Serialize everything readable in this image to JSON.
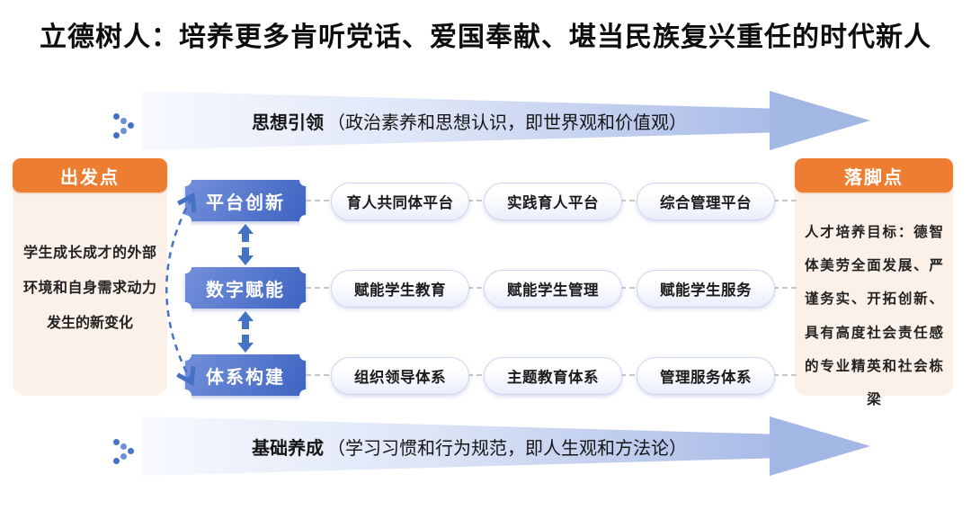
{
  "title": "立德树人：培养更多肯听党话、爱国奉献、堪当民族复兴重任的时代新人",
  "banners": {
    "top": {
      "keyword": "思想引领",
      "description": "（政治素养和思想认识，即世界观和价值观）"
    },
    "bottom": {
      "keyword": "基础养成",
      "description": "（学习习惯和行为规范，即人生观和方法论）"
    }
  },
  "left_panel": {
    "header": "出发点",
    "body": "学生成长成才的外部环境和自身需求动力发生的新变化"
  },
  "right_panel": {
    "header": "落脚点",
    "body": "人才培养目标：德智体美劳全面发展、严谨务实、开拓创新、具有高度社会责任感的专业精英和社会栋梁"
  },
  "rows": [
    {
      "category": "平台创新",
      "items": [
        "育人共同体平台",
        "实践育人平台",
        "综合管理平台"
      ]
    },
    {
      "category": "数字赋能",
      "items": [
        "赋能学生教育",
        "赋能学生管理",
        "赋能学生服务"
      ]
    },
    {
      "category": "体系构建",
      "items": [
        "组织领导体系",
        "主题教育体系",
        "管理服务体系"
      ]
    }
  ],
  "icons": {
    "banner_leader": "dotted-chevron-icon",
    "banner_arrow": "right-arrow",
    "between_categories": "up-down-arrow",
    "category_cycle": "dashed-curved-double-arrow"
  },
  "colors": {
    "accent_orange": "#ED7D31",
    "panel_bg": "#FBF1E9",
    "category_blue_from": "#7390DA",
    "category_blue_to": "#3E63C1",
    "arrow_blue": "#4472C4",
    "banner_fill": "#A3B7E4",
    "pill_border": "#CCD7F2",
    "connector_gray": "#C6C6C6",
    "title_color": "#0D0D0D"
  }
}
